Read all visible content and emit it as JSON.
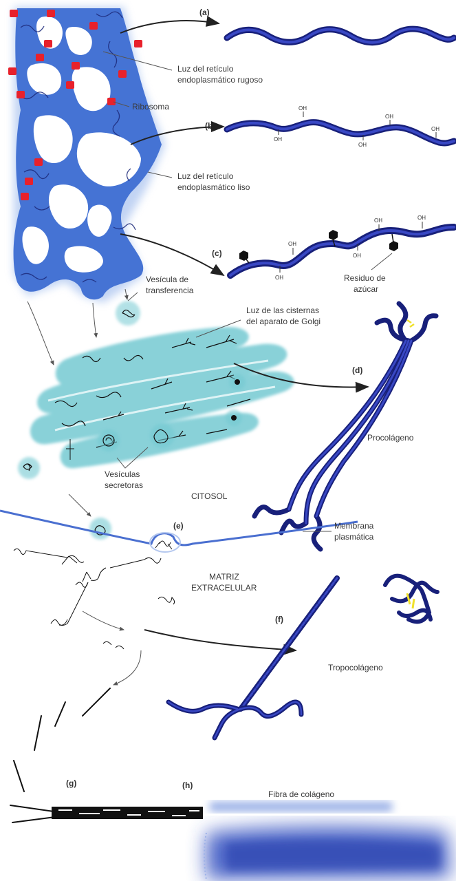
{
  "colors": {
    "er": "#3f6fd1",
    "er_light": "#8fb0ea",
    "ribosome": "#e8212b",
    "golgi": "#74c9d2",
    "chain": "#2636a8",
    "chain_dark": "#18207a",
    "membrane": "#4a6fd0",
    "fiber": "#3b57c2",
    "highlight": "#f0e12a"
  },
  "panels": {
    "a": "(a)",
    "b": "(b)",
    "c": "(c)",
    "d": "(d)",
    "e": "(e)",
    "f": "(f)",
    "g": "(g)",
    "h": "(h)"
  },
  "labels": {
    "rer_lumen_1": "Luz del retículo",
    "rer_lumen_2": "endoplasmático rugoso",
    "ribosome": "Ribosoma",
    "ser_lumen_1": "Luz del retículo",
    "ser_lumen_2": "endoplasmático liso",
    "sugar_1": "Residuo de",
    "sugar_2": "azúcar",
    "transfer_1": "Vesícula de",
    "transfer_2": "transferencia",
    "golgi_1": "Luz de las cisternas",
    "golgi_2": "del aparato de Golgi",
    "procollagen": "Procolágeno",
    "secretory_1": "Vesículas",
    "secretory_2": "secretoras",
    "cytosol": "CITOSOL",
    "membrane_1": "Membrana",
    "membrane_2": "plasmática",
    "matrix_1": "MATRIZ",
    "matrix_2": "EXTRACELULAR",
    "tropocollagen": "Tropocolágeno",
    "fiber": "Fibra de colágeno",
    "oh": "OH"
  }
}
